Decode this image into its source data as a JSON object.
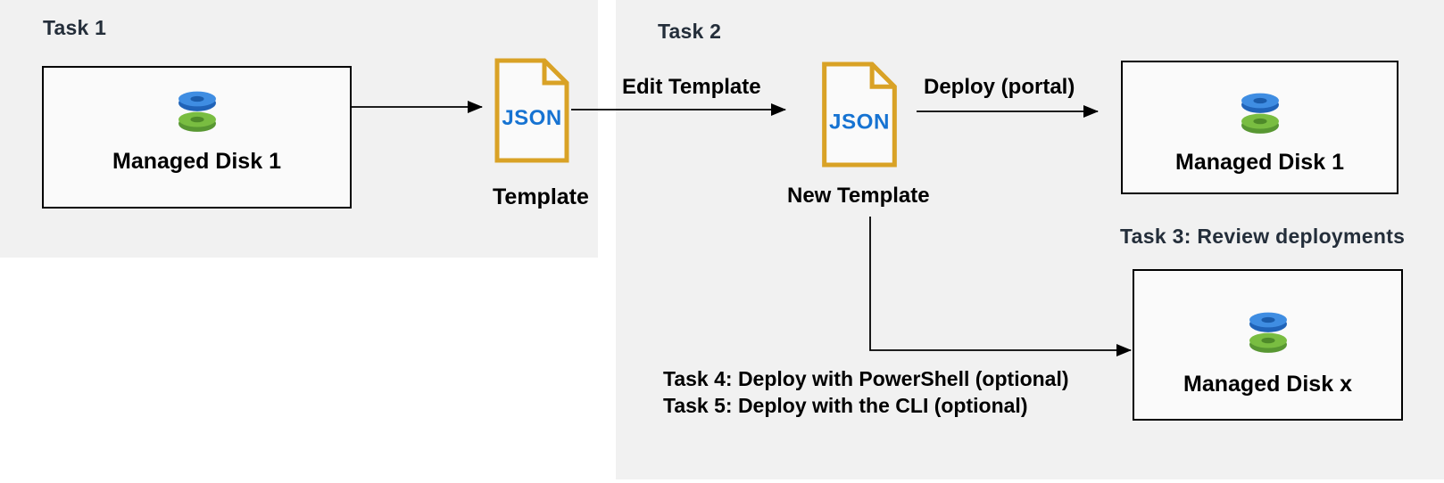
{
  "colors": {
    "panel_bg": "#f1f1f1",
    "box_bg": "#fafafa",
    "box_border": "#000000",
    "heading": "#242e3a",
    "label": "#000000",
    "json_border": "#d9a226",
    "json_text": "#1673d2",
    "disk_blue_face": "#3f8de2",
    "disk_blue_side": "#2063b8",
    "disk_blue_hole": "#1b5cab",
    "disk_green_face": "#79bd41",
    "disk_green_side": "#589732",
    "disk_green_hole": "#4e8a29"
  },
  "task1": {
    "heading": "Task 1",
    "disk_box_label": "Managed Disk 1",
    "json_icon_text": "JSON",
    "template_label": "Template"
  },
  "task2": {
    "heading": "Task 2",
    "edit_template_label": "Edit Template",
    "json_icon_text": "JSON",
    "new_template_label": "New Template",
    "deploy_portal_label": "Deploy (portal)",
    "deployed_disk_label": "Managed Disk 1",
    "task3_label": "Task 3: Review deployments",
    "disk_x_label": "Managed Disk x",
    "task4_label": "Task 4: Deploy with PowerShell (optional)",
    "task5_label": "Task 5: Deploy with the CLI (optional)"
  }
}
